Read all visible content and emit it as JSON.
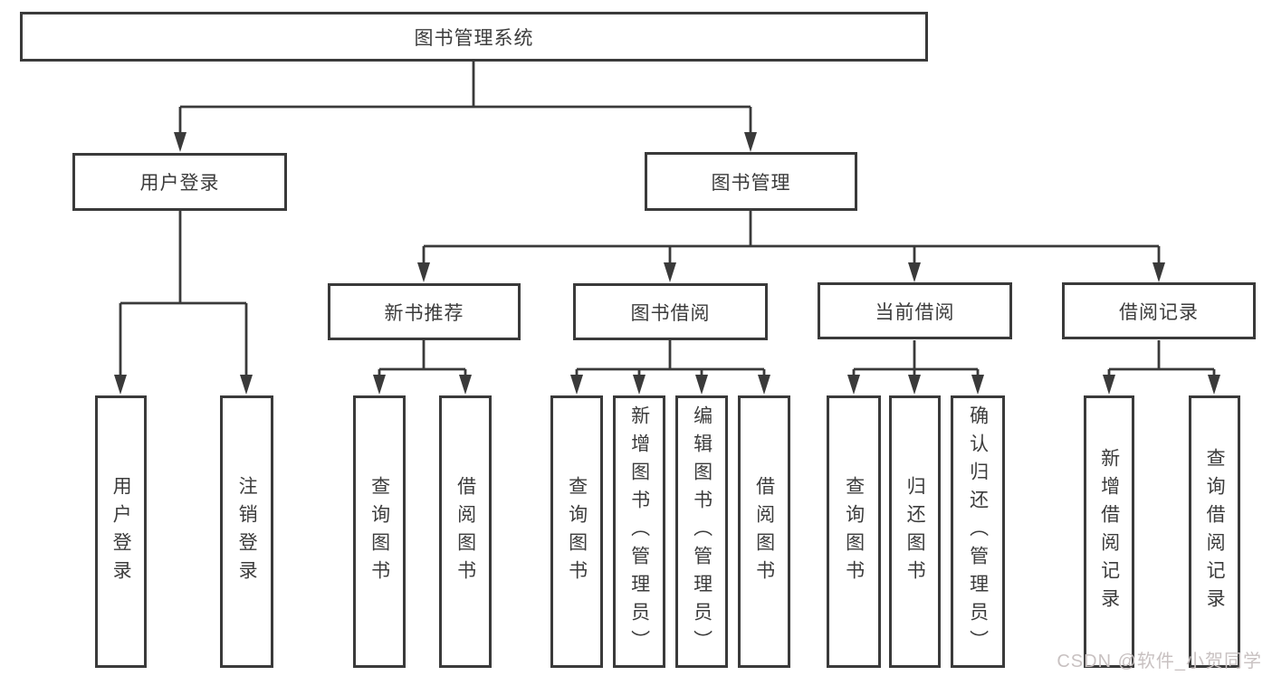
{
  "page": {
    "background": "#ffffff"
  },
  "colors": {
    "line": "#3a3a3a",
    "box_border": "#3a3a3a",
    "text": "#3c3c3c",
    "watermark_text": "#c8c1c1"
  },
  "diagram": {
    "root": {
      "label": "图书管理系统"
    },
    "level2": [
      {
        "label": "用户登录"
      },
      {
        "label": "图书管理"
      }
    ],
    "level3": [
      {
        "label": "新书推荐"
      },
      {
        "label": "图书借阅"
      },
      {
        "label": "当前借阅"
      },
      {
        "label": "借阅记录"
      }
    ],
    "leaves": [
      {
        "label": "用户登录"
      },
      {
        "label": "注销登录"
      },
      {
        "label": "查询图书"
      },
      {
        "label": "借阅图书"
      },
      {
        "label": "查询图书"
      },
      {
        "label": "新增图书（管理员）"
      },
      {
        "label": "编辑图书（管理员）"
      },
      {
        "label": "借阅图书"
      },
      {
        "label": "查询图书"
      },
      {
        "label": "归还图书"
      },
      {
        "label": "确认归还（管理员）"
      },
      {
        "label": "新增借阅记录"
      },
      {
        "label": "查询借阅记录"
      }
    ]
  },
  "watermark": {
    "text": "CSDN @软件_小贺同学"
  }
}
